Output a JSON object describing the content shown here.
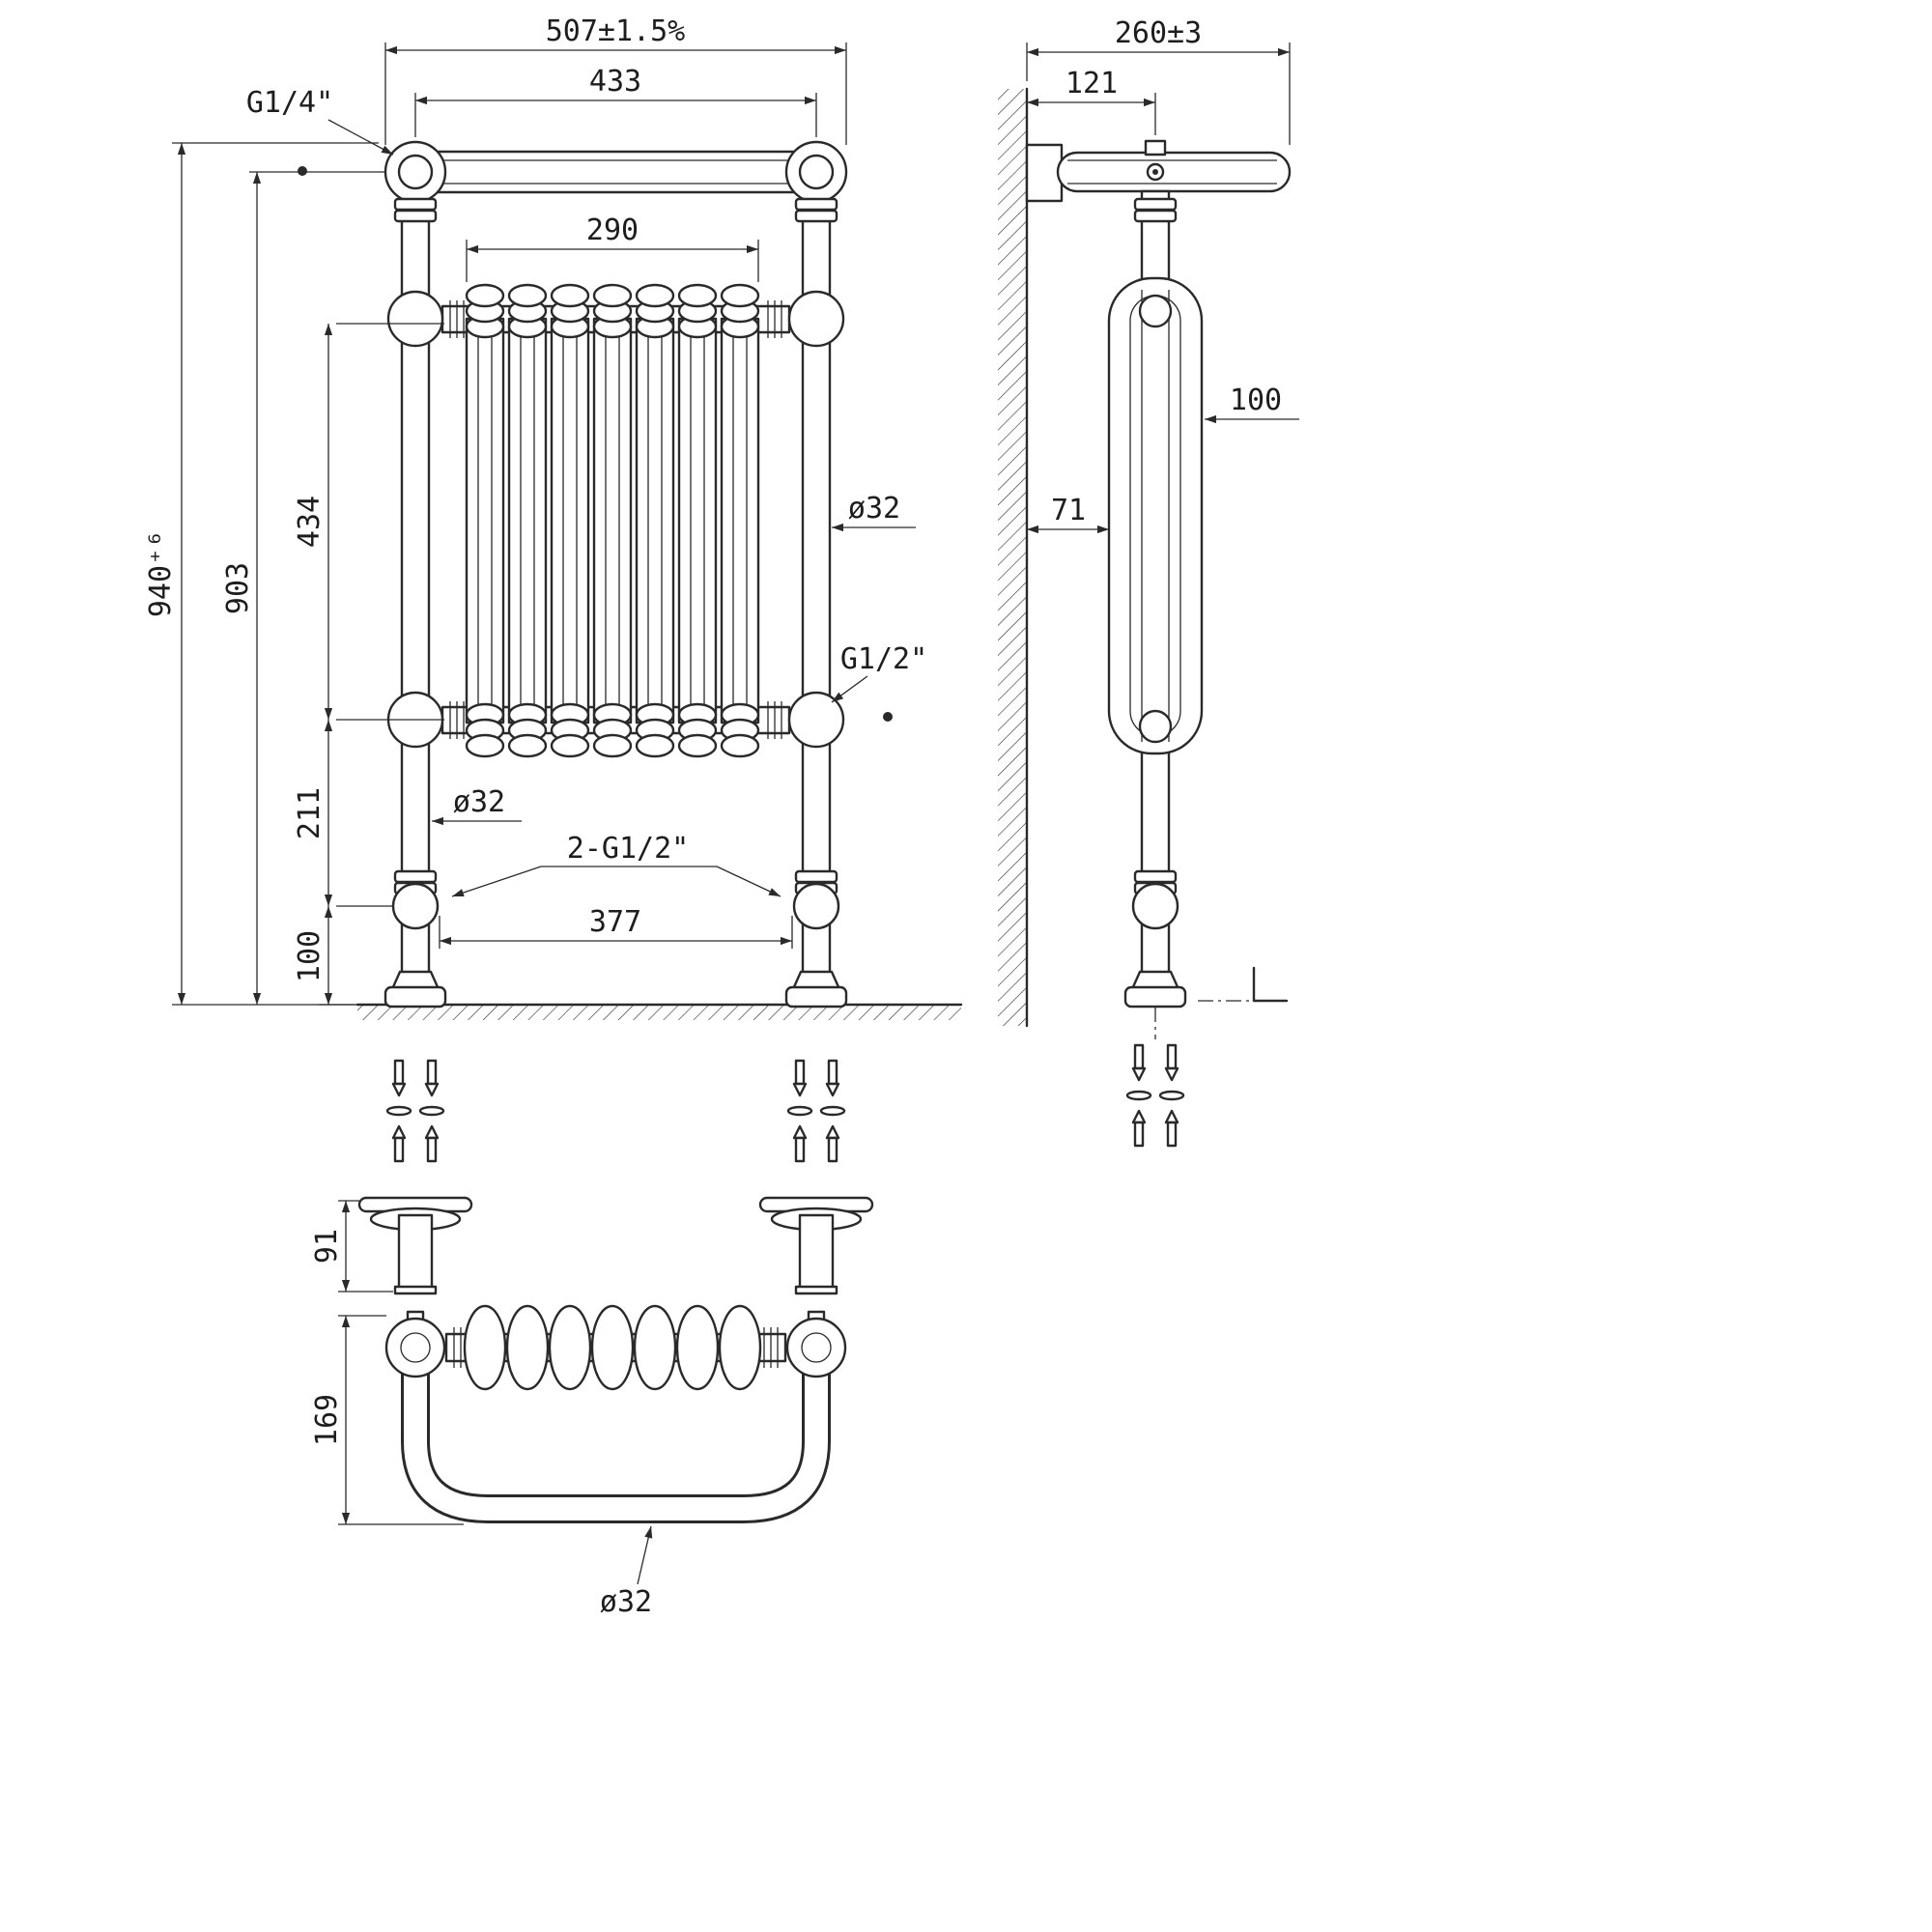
{
  "meta": {
    "drawing_type": "technical dimension drawing",
    "subject": "traditional towel rail radiator",
    "colors": {
      "line": "#2a2a2a",
      "background": "#ffffff"
    }
  },
  "front_view": {
    "dims": {
      "overall_width": "507±1.5%",
      "inner_width": "433",
      "radiator_width": "290",
      "overall_height": "940⁺⁶",
      "height_secondary": "903",
      "radiator_height": "434",
      "lower_spacing": "211",
      "foot_height": "100",
      "bottom_centres": "377",
      "tube_dia_right": "ø32",
      "tube_dia_left": "ø32",
      "fitting_top": "G1/4\"",
      "fitting_side": "G1/2\"",
      "fitting_bottom": "2-G1/2\""
    }
  },
  "side_view": {
    "dims": {
      "overall_depth": "260±3",
      "rail_offset": "121",
      "radiator_depth": "100",
      "wall_clearance": "71"
    }
  },
  "bottom_view": {
    "dims": {
      "bracket_height": "91",
      "loop_depth": "169",
      "tube_dia": "ø32"
    }
  }
}
